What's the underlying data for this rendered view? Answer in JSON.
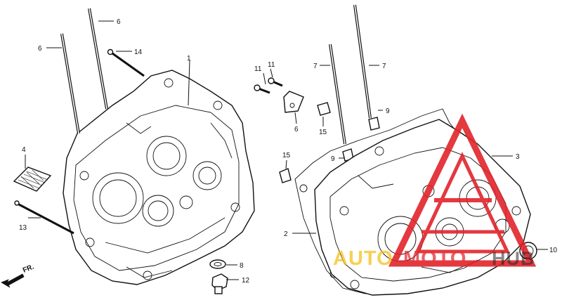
{
  "diagram": {
    "callouts": [
      {
        "id": "c-1a",
        "text": "1"
      },
      {
        "id": "c-6a",
        "text": "6"
      },
      {
        "id": "c-6b",
        "text": "6"
      },
      {
        "id": "c-14",
        "text": "14"
      },
      {
        "id": "c-4",
        "text": "4"
      },
      {
        "id": "c-13",
        "text": "13"
      },
      {
        "id": "c-11a",
        "text": "11"
      },
      {
        "id": "c-11b",
        "text": "11"
      },
      {
        "id": "c-6c",
        "text": "6"
      },
      {
        "id": "c-15a",
        "text": "15"
      },
      {
        "id": "c-15b",
        "text": "15"
      },
      {
        "id": "c-7a",
        "text": "7"
      },
      {
        "id": "c-7b",
        "text": "7"
      },
      {
        "id": "c-9a",
        "text": "9"
      },
      {
        "id": "c-9b",
        "text": "9"
      },
      {
        "id": "c-3",
        "text": "3"
      },
      {
        "id": "c-2",
        "text": "2"
      },
      {
        "id": "c-8",
        "text": "8"
      },
      {
        "id": "c-12",
        "text": "12"
      },
      {
        "id": "c-10",
        "text": "10"
      }
    ],
    "front_label": "FR."
  },
  "watermark": {
    "text_auto": "AUTO",
    "text_moto": "MOTO",
    "text_hub": "HUB",
    "color_red": "#e0242b",
    "color_yellow": "#f4c21f"
  }
}
